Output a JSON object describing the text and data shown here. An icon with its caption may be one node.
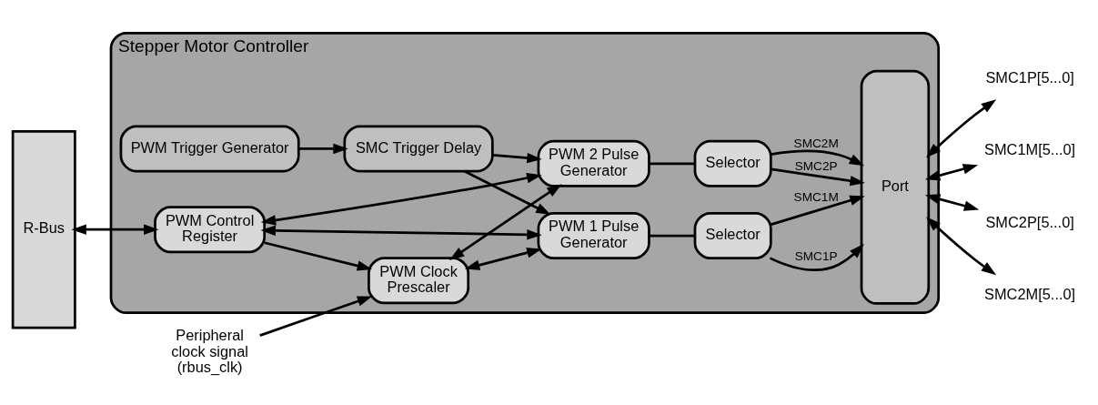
{
  "diagram": {
    "nodes": [
      {
        "text": [
          "R-Bus"
        ]
      },
      {
        "text": [
          "Stepper Motor Controller"
        ]
      },
      {
        "text": [
          "PWM Trigger Generator"
        ],
        "in": 1
      },
      {
        "text": [
          "PWM Control Register"
        ],
        "in": 1
      },
      {
        "text": [
          "SMC Trigger Delay"
        ],
        "in": 1
      },
      {
        "text": [
          "PWM Clock Prescaler"
        ],
        "in": 1
      },
      {
        "text": [
          "Peripheral clock signal (rbus_clk)"
        ]
      },
      {
        "text": [
          "PWM 1 Pulse Generator"
        ],
        "in": 1
      },
      {
        "text": [
          "Selector"
        ],
        "in": 1
      },
      {
        "text": [
          "Port"
        ],
        "in": 1
      },
      {
        "text": [
          "PWM 2 Pulse Generator"
        ],
        "in": 1
      },
      {
        "text": [
          "Selector"
        ],
        "in": 1
      },
      {
        "text": [
          "SMC1P[5...0]"
        ]
      },
      {
        "text": [
          "SMC1M[5...0]"
        ]
      },
      {
        "text": [
          "SMC2P[5...0]"
        ]
      },
      {
        "text": [
          "SMC2M[5...0]"
        ]
      }
    ],
    "edges": [
      {
        "from": 0,
        "to": 3,
        "arrow": "both"
      },
      {
        "from": 6,
        "to": 5,
        "arrow": "to"
      },
      {
        "from": 2,
        "to": 4,
        "arrow": "to"
      },
      {
        "from": 3,
        "to": 5,
        "arrow": "to"
      },
      {
        "from": 3,
        "to": 7,
        "arrow": "both"
      },
      {
        "from": 3,
        "to": 10,
        "arrow": "both"
      },
      {
        "from": 5,
        "to": 7,
        "arrow": "both"
      },
      {
        "from": 5,
        "to": 10,
        "arrow": "both"
      },
      {
        "from": 4,
        "to": 7,
        "arrow": "to"
      },
      {
        "from": 4,
        "to": 10,
        "arrow": "to"
      },
      {
        "from": 7,
        "to": 8,
        "arrow": "none"
      },
      {
        "from": 10,
        "to": 11,
        "arrow": "none"
      },
      {
        "from": 8,
        "to": 9,
        "arrow": "to",
        "label": "SMC1P"
      },
      {
        "from": 8,
        "to": 9,
        "arrow": "to",
        "label": "SMC1M"
      },
      {
        "from": 11,
        "to": 9,
        "arrow": "to",
        "label": "SMC2P"
      },
      {
        "from": 11,
        "to": 9,
        "arrow": "to",
        "label": "SMC2M"
      },
      {
        "from": 9,
        "to": 12,
        "arrow": "both"
      },
      {
        "from": 9,
        "to": 13,
        "arrow": "both"
      },
      {
        "from": 9,
        "to": 14,
        "arrow": "both"
      },
      {
        "from": 9,
        "to": 15,
        "arrow": "both"
      }
    ]
  }
}
